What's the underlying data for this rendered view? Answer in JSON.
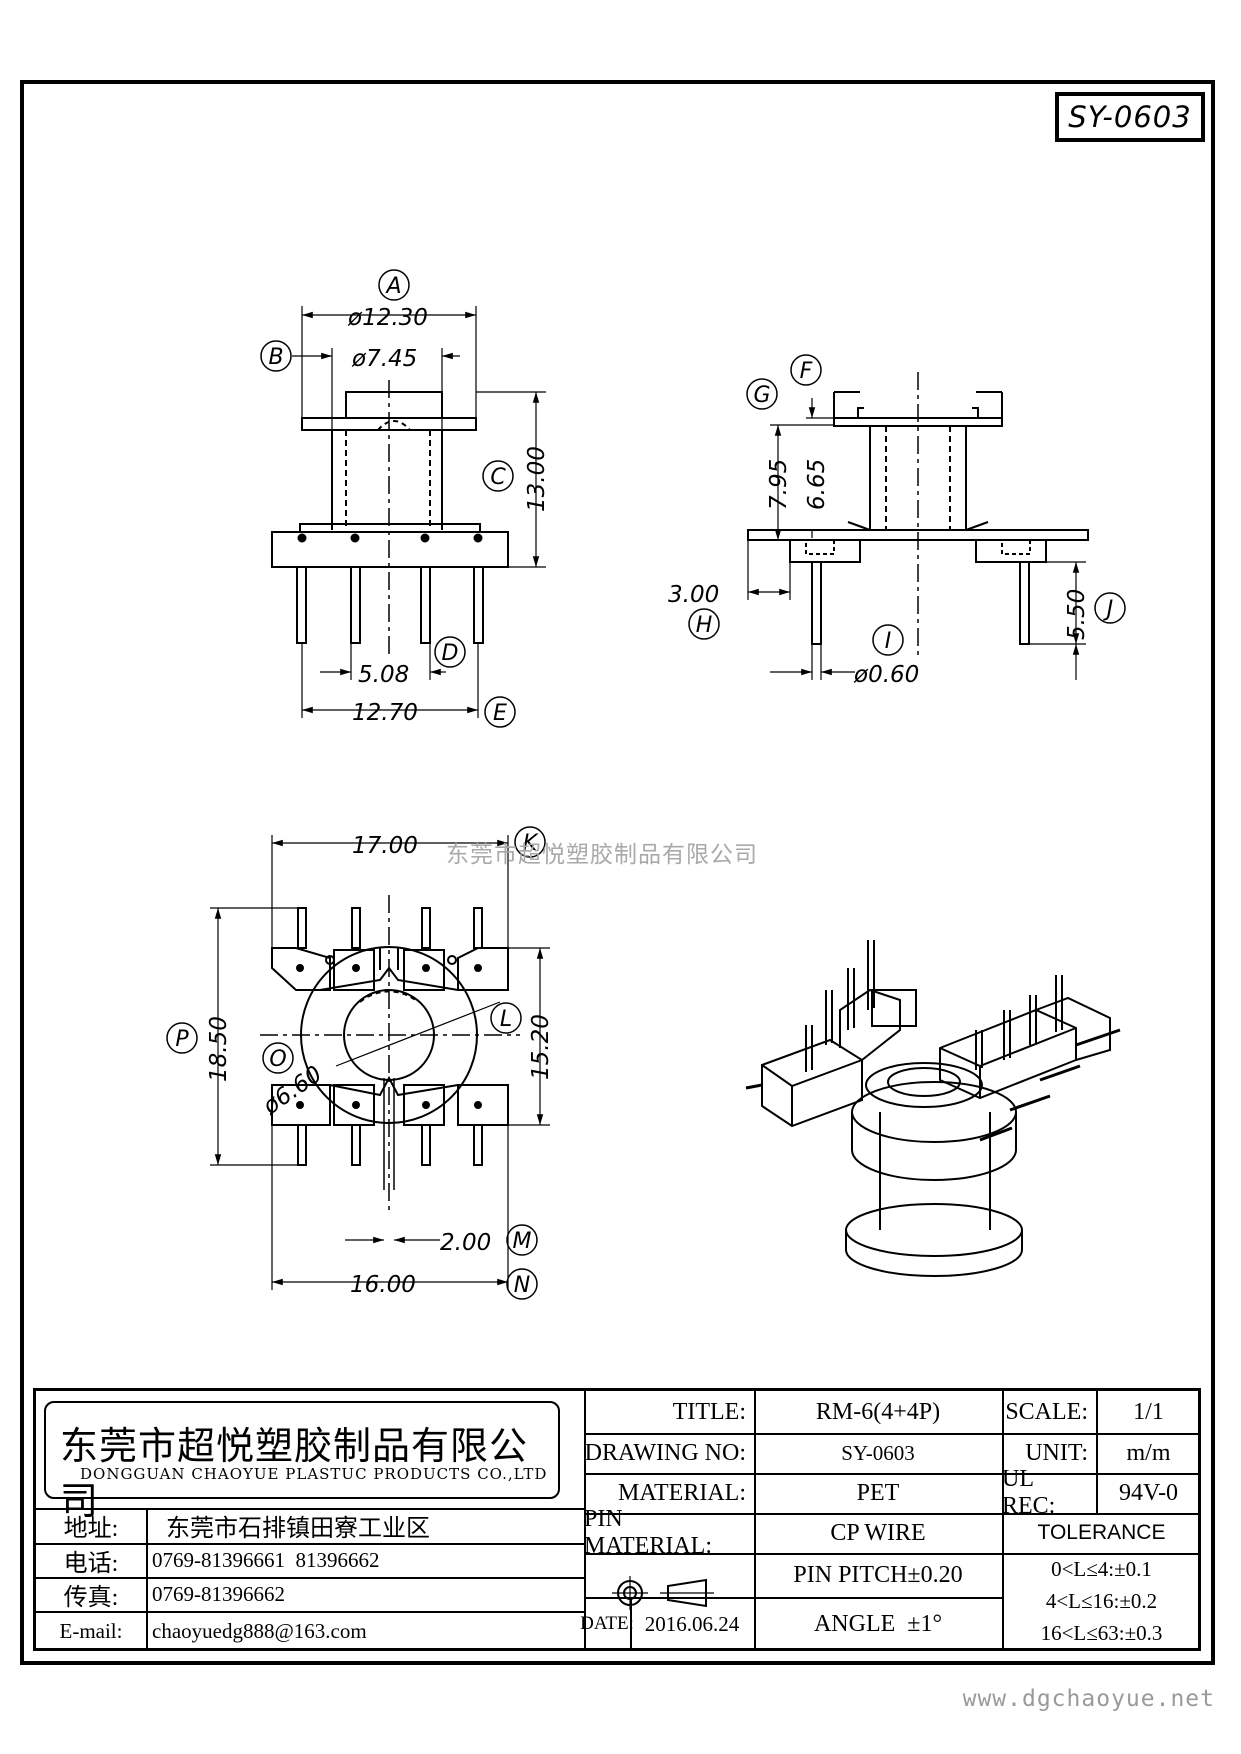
{
  "drawing_id": "SY-0603",
  "watermark": "东莞市超悦塑胶制品有限公司",
  "website": "www.dgchaoyue.net",
  "dimensions": {
    "A": {
      "label": "A",
      "value": "ø12.30"
    },
    "B": {
      "label": "B",
      "value": "ø7.45"
    },
    "C": {
      "label": "C",
      "value": "13.00"
    },
    "D": {
      "label": "D",
      "value": "5.08"
    },
    "E": {
      "label": "E",
      "value": "12.70"
    },
    "F": {
      "label": "F",
      "value": "6.65"
    },
    "G": {
      "label": "G",
      "value": "7.95"
    },
    "H": {
      "label": "H",
      "value": "3.00"
    },
    "I": {
      "label": "I",
      "value": "ø0.60"
    },
    "J": {
      "label": "J",
      "value": "5.50"
    },
    "K": {
      "label": "K",
      "value": "17.00"
    },
    "L": {
      "label": "L",
      "value": "15.20"
    },
    "M": {
      "label": "M",
      "value": "2.00"
    },
    "N": {
      "label": "N",
      "value": "16.00"
    },
    "O": {
      "label": "O",
      "value": "ø6.60"
    },
    "P": {
      "label": "P",
      "value": "18.50"
    }
  },
  "title_block": {
    "company_cn": "东莞市超悦塑胶制品有限公司",
    "company_en": "DONGGUAN CHAOYUE PLASTUC PRODUCTS CO.,LTD",
    "address_label": "地址:",
    "address": "东莞市石排镇田寮工业区",
    "tel_label": "电话:",
    "tel": "0769-81396661  81396662",
    "fax_label": "传真:",
    "fax": "0769-81396662",
    "email_label": "E-mail:",
    "email": "chaoyuedg888@163.com",
    "title_label": "TITLE:",
    "title": "RM-6(4+4P)",
    "drawing_no_label": "DRAWING NO:",
    "drawing_no": "SY-0603",
    "material_label": "MATERIAL:",
    "material": "PET",
    "pin_material_label": "PIN MATERIAL:",
    "pin_material": "CP WIRE",
    "date_label": "DATE:",
    "date": "2016.06.24",
    "pin_pitch": "PIN PITCH±0.20",
    "angle": "ANGLE  ±1°",
    "scale_label": "SCALE:",
    "scale": "1/1",
    "unit_label": "UNIT:",
    "unit": "m/m",
    "ul_rec_label": "UL REC:",
    "ul_rec": "94V-0",
    "tolerance_label": "TOLERANCE",
    "tolerance_1": "0<L≤4:±0.1",
    "tolerance_2": "4<L≤16:±0.2",
    "tolerance_3": "16<L≤63:±0.3"
  }
}
